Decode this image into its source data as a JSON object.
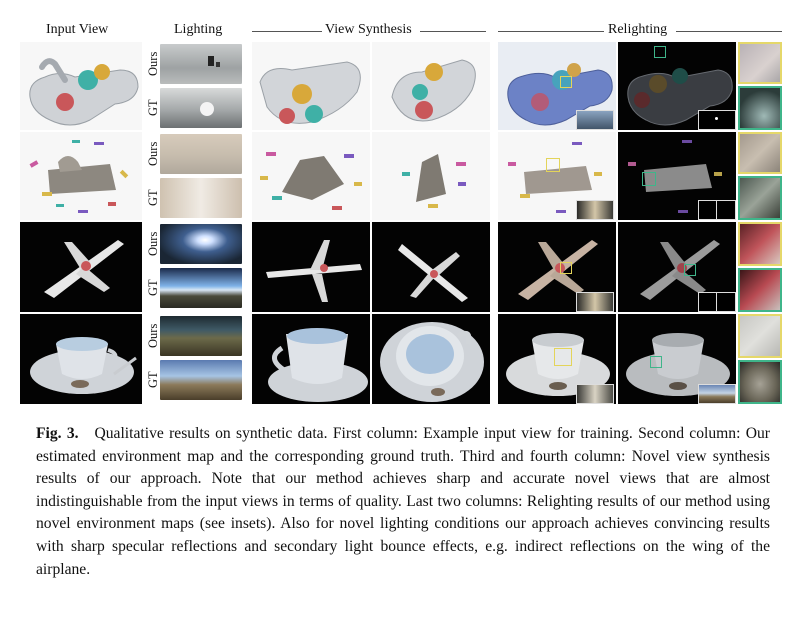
{
  "headers": {
    "input_view": "Input View",
    "lighting": "Lighting",
    "view_synthesis": "View Synthesis",
    "relighting": "Relighting"
  },
  "row_labels": {
    "ours": "Ours",
    "gt": "GT"
  },
  "caption": {
    "figure_number": "Fig. 3.",
    "text": "Qualitative results on synthetic data. First column: Example input view for training. Second column: Our estimated environment map and the corresponding ground truth. Third and fourth column: Novel view synthesis results of our approach. Note that our method achieves sharp and accurate novel views that are almost indistinguishable from the input views in terms of quality. Last two columns: Relighting results of our method using novel environment maps (see insets). Also for novel lighting conditions our approach achieves convincing results with sharp specular reflections and secondary light bounce effects, e.g. indirect reflections on the wing of the airplane."
  },
  "rows": [
    "hand-with-balls",
    "statue-with-blocks",
    "airplane",
    "teacup"
  ]
}
